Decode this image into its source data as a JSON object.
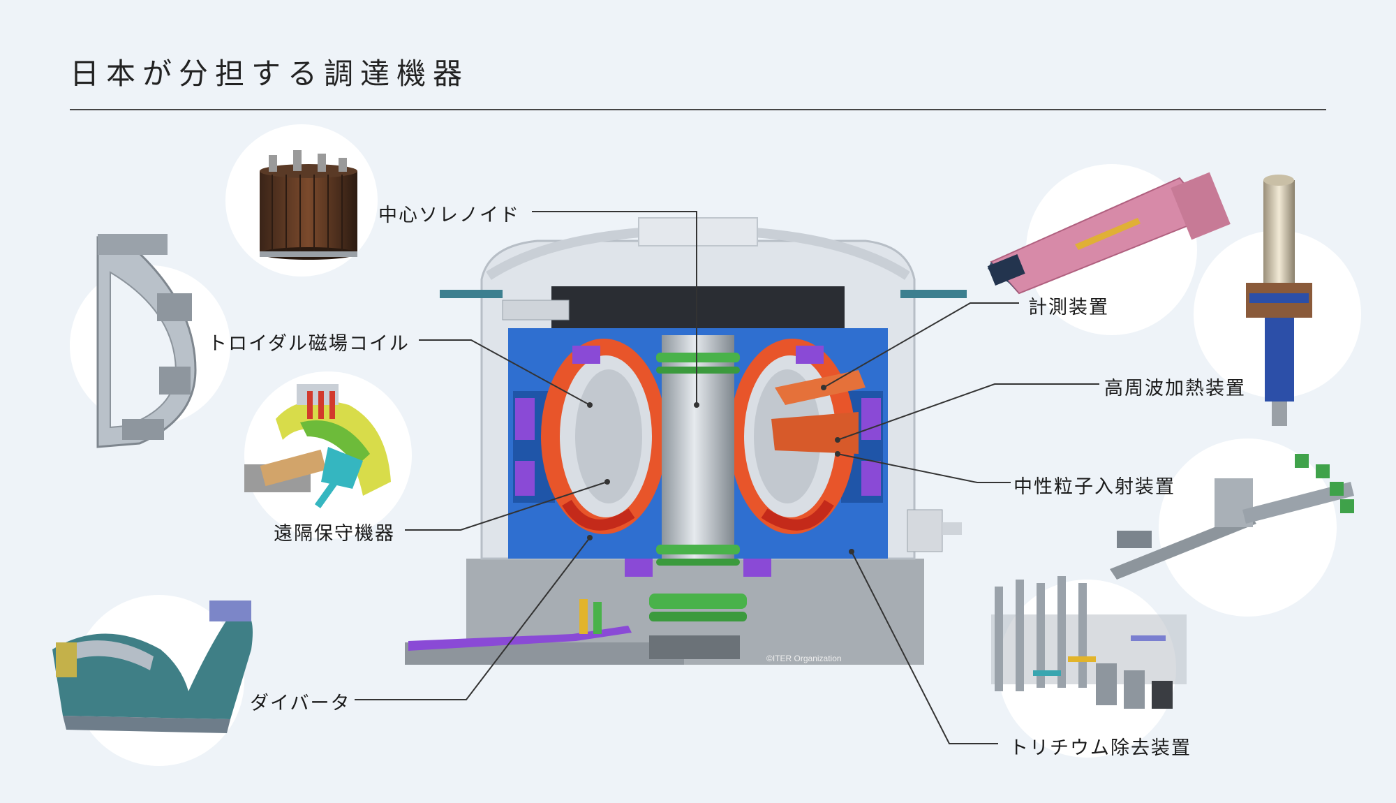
{
  "page": {
    "title": "日本が分担する調達機器",
    "copyright": "©ITER Organization"
  },
  "colors": {
    "background": "#eef3f8",
    "circle": "#ffffff",
    "leader_line": "#333333",
    "coil_orange": "#e8552a",
    "vessel_blue": "#2f6fd0",
    "coil_green": "#49b24a",
    "purple": "#8a4ad6",
    "steel": "#b9c1c9"
  },
  "labels": {
    "central_solenoid": "中心ソレノイド",
    "toroidal_field_coil": "トロイダル磁場コイル",
    "remote_handling": "遠隔保守機器",
    "divertor": "ダイバータ",
    "diagnostics": "計測装置",
    "rf_heating": "高周波加熱装置",
    "neutral_beam": "中性粒子入射装置",
    "tritium_removal": "トリチウム除去装置"
  },
  "icons": [
    "central-solenoid-icon",
    "toroidal-field-coil-icon",
    "remote-handling-icon",
    "divertor-icon",
    "diagnostics-icon",
    "gyrotron-icon",
    "neutral-beam-icon",
    "tritium-plant-icon",
    "tokamak-icon"
  ]
}
